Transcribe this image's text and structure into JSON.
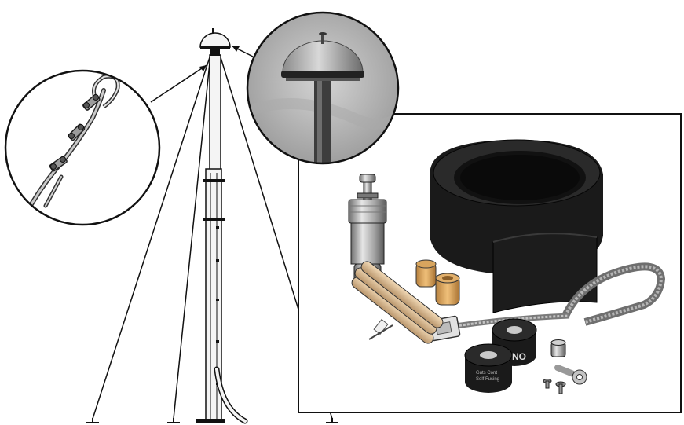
{
  "figure": {
    "kit_label_no": "NO",
    "tape_label_line1": "Guts Cont",
    "tape_label_line2": "Self Fusing"
  },
  "colors": {
    "line": "#111111",
    "mast": "#f2f2f2",
    "sky": "#b9b9b9",
    "tape_black": "#141414",
    "tube_orange": "#d9a45a",
    "rod_tan": "#e3c49a"
  }
}
